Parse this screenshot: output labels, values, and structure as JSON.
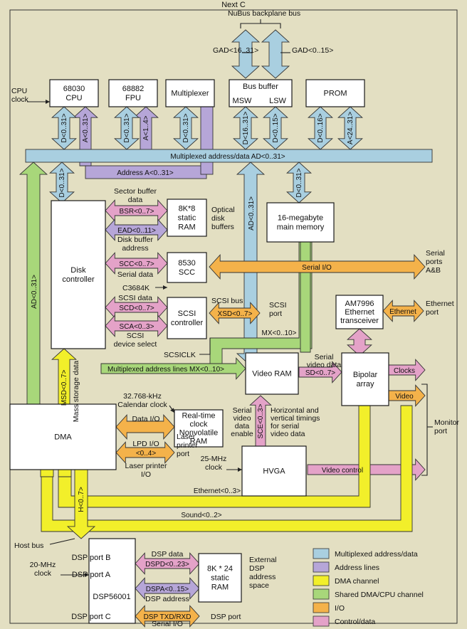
{
  "header": {
    "caption_fragment": "Next C"
  },
  "colors": {
    "multiplexed": "#a9cfe0",
    "address": "#b6a6d8",
    "dma": "#f2ef2a",
    "shared": "#a8d77a",
    "io": "#f4b24a",
    "control": "#e4a2c8"
  },
  "blocks": {
    "cpu": [
      "68030",
      "CPU"
    ],
    "fpu": [
      "68882",
      "FPU"
    ],
    "mux": "Multiplexer",
    "busbuf": "Bus buffer",
    "msw": "MSW",
    "lsw": "LSW",
    "prom": "PROM",
    "sram8k": [
      "8K*8",
      "static",
      "RAM"
    ],
    "mainmem": [
      "16-megabyte",
      "main memory"
    ],
    "disk": [
      "Disk",
      "controller"
    ],
    "scc": [
      "8530",
      "SCC"
    ],
    "scsi": [
      "SCSI",
      "controller"
    ],
    "ethernet": [
      "AM7996",
      "Ethernet",
      "transceiver"
    ],
    "vram": "Video RAM",
    "bipolar": [
      "Bipolar",
      "array"
    ],
    "rtc": [
      "Real-time",
      "clock",
      "Nonvolatile",
      "RAM"
    ],
    "dma": "DMA",
    "hvga": "HVGA",
    "dsp": [
      "DSP port B",
      "DSP port A",
      "DSP56001",
      "DSP port C"
    ],
    "dspram": [
      "8K * 24",
      "static",
      "RAM"
    ]
  },
  "buses": {
    "nubus_gad_hi": "GAD<16..31>",
    "nubus_gad_lo": "GAD<0..15>",
    "cpu_d": "D<0..31>",
    "cpu_a": "A<0..31>",
    "fpu_d": "D<0..31>",
    "fpu_a": "A<1..4>",
    "mux_d": "D<0..31>",
    "msw": "D<16..31>",
    "lsw": "D<0..15>",
    "prom_d": "D<0..16>",
    "prom_a": "A<24..31>",
    "ad_bus": "Multiplexed address/data AD<0..31>",
    "address_a": "Address A<0..31>",
    "disk_d": "D<0..31>",
    "bsr": "BSR<0..7>",
    "ead": "EAD<0..11>",
    "scc": "SCC<0..7>",
    "scd": "SCD<0..7>",
    "sca": "SCA<0..3>",
    "serial_io": "Serial I/O",
    "xsd": "XSD<0..7>",
    "ad_left": "AD<0..31>",
    "ad_center": "AD<0..31>",
    "mem_d": "D<0..31>",
    "mx": "MX<0..10>",
    "mx_lines": "Multiplexed address lines MX<0..10>",
    "msd": "MSD<0..7>",
    "ethernet_port": "Ethernet",
    "sd": "SD<0..7>",
    "sce": "SCE<0..3>",
    "clocks": "Clocks",
    "video": "Video",
    "video_control": "Video control",
    "lpd": "<0..4>",
    "h": "H<0..7>",
    "ethernet_bus": "Ethernet<0..3>",
    "sound": "Sound<0..2>",
    "dspd": "DSPD<0..23>",
    "dspa": "DSPA<0..15>",
    "dsp_txd": "DSP TXD/RXD"
  },
  "labels": {
    "nubus": "NuBus backplane bus",
    "cpu_clock": [
      "CPU",
      "clock"
    ],
    "sector_buffer": [
      "Sector buffer",
      "data"
    ],
    "optical": [
      "Optical",
      "disk",
      "buffers"
    ],
    "disk_buffer_addr": [
      "Disk buffer",
      "address"
    ],
    "serial_data": "Serial data",
    "c3684k": "C3684K",
    "serial_ports": [
      "Serial",
      "ports",
      "A&B"
    ],
    "scsi_data": "SCSI data",
    "scsi_bus": "SCSI bus",
    "scsi_port": [
      "SCSI",
      "port"
    ],
    "scsi_select": [
      "SCSI",
      "device select"
    ],
    "scsiclk": "SCSICLK",
    "ethernet_port": [
      "Ethernet",
      "port"
    ],
    "serial_video": [
      "Serial",
      "video data"
    ],
    "mass_storage": "Mass storage data",
    "cal_clock": [
      "32.768-kHz",
      "Calendar clock"
    ],
    "data_io": "Data I/O",
    "lpd_io": "LPD I/O",
    "laser_port": [
      "Laser",
      "printer",
      "port"
    ],
    "laser_io": [
      "Laser printer",
      "I/O"
    ],
    "sve": [
      "Serial",
      "video",
      "data",
      "enable"
    ],
    "hv_timing": [
      "Horizontal and",
      "vertical timings",
      "for serial",
      "video data"
    ],
    "clk25": [
      "25-MHz",
      "clock"
    ],
    "monitor_port": [
      "Monitor",
      "port"
    ],
    "host_bus": "Host bus",
    "clk20": [
      "20-MHz",
      "clock"
    ],
    "dsp_data": "DSP data",
    "dsp_address": "DSP address",
    "ext_dsp": [
      "External",
      "DSP",
      "address",
      "space"
    ],
    "dsp_port": "DSP port",
    "serial_io_dsp": "Serial I/O"
  },
  "legend": [
    {
      "label": "Multiplexed address/data",
      "color": "#a9cfe0"
    },
    {
      "label": "Address lines",
      "color": "#b6a6d8"
    },
    {
      "label": "DMA channel",
      "color": "#f2ef2a"
    },
    {
      "label": "Shared DMA/CPU channel",
      "color": "#a8d77a"
    },
    {
      "label": "I/O",
      "color": "#f4b24a"
    },
    {
      "label": "Control/data",
      "color": "#e4a2c8"
    }
  ]
}
